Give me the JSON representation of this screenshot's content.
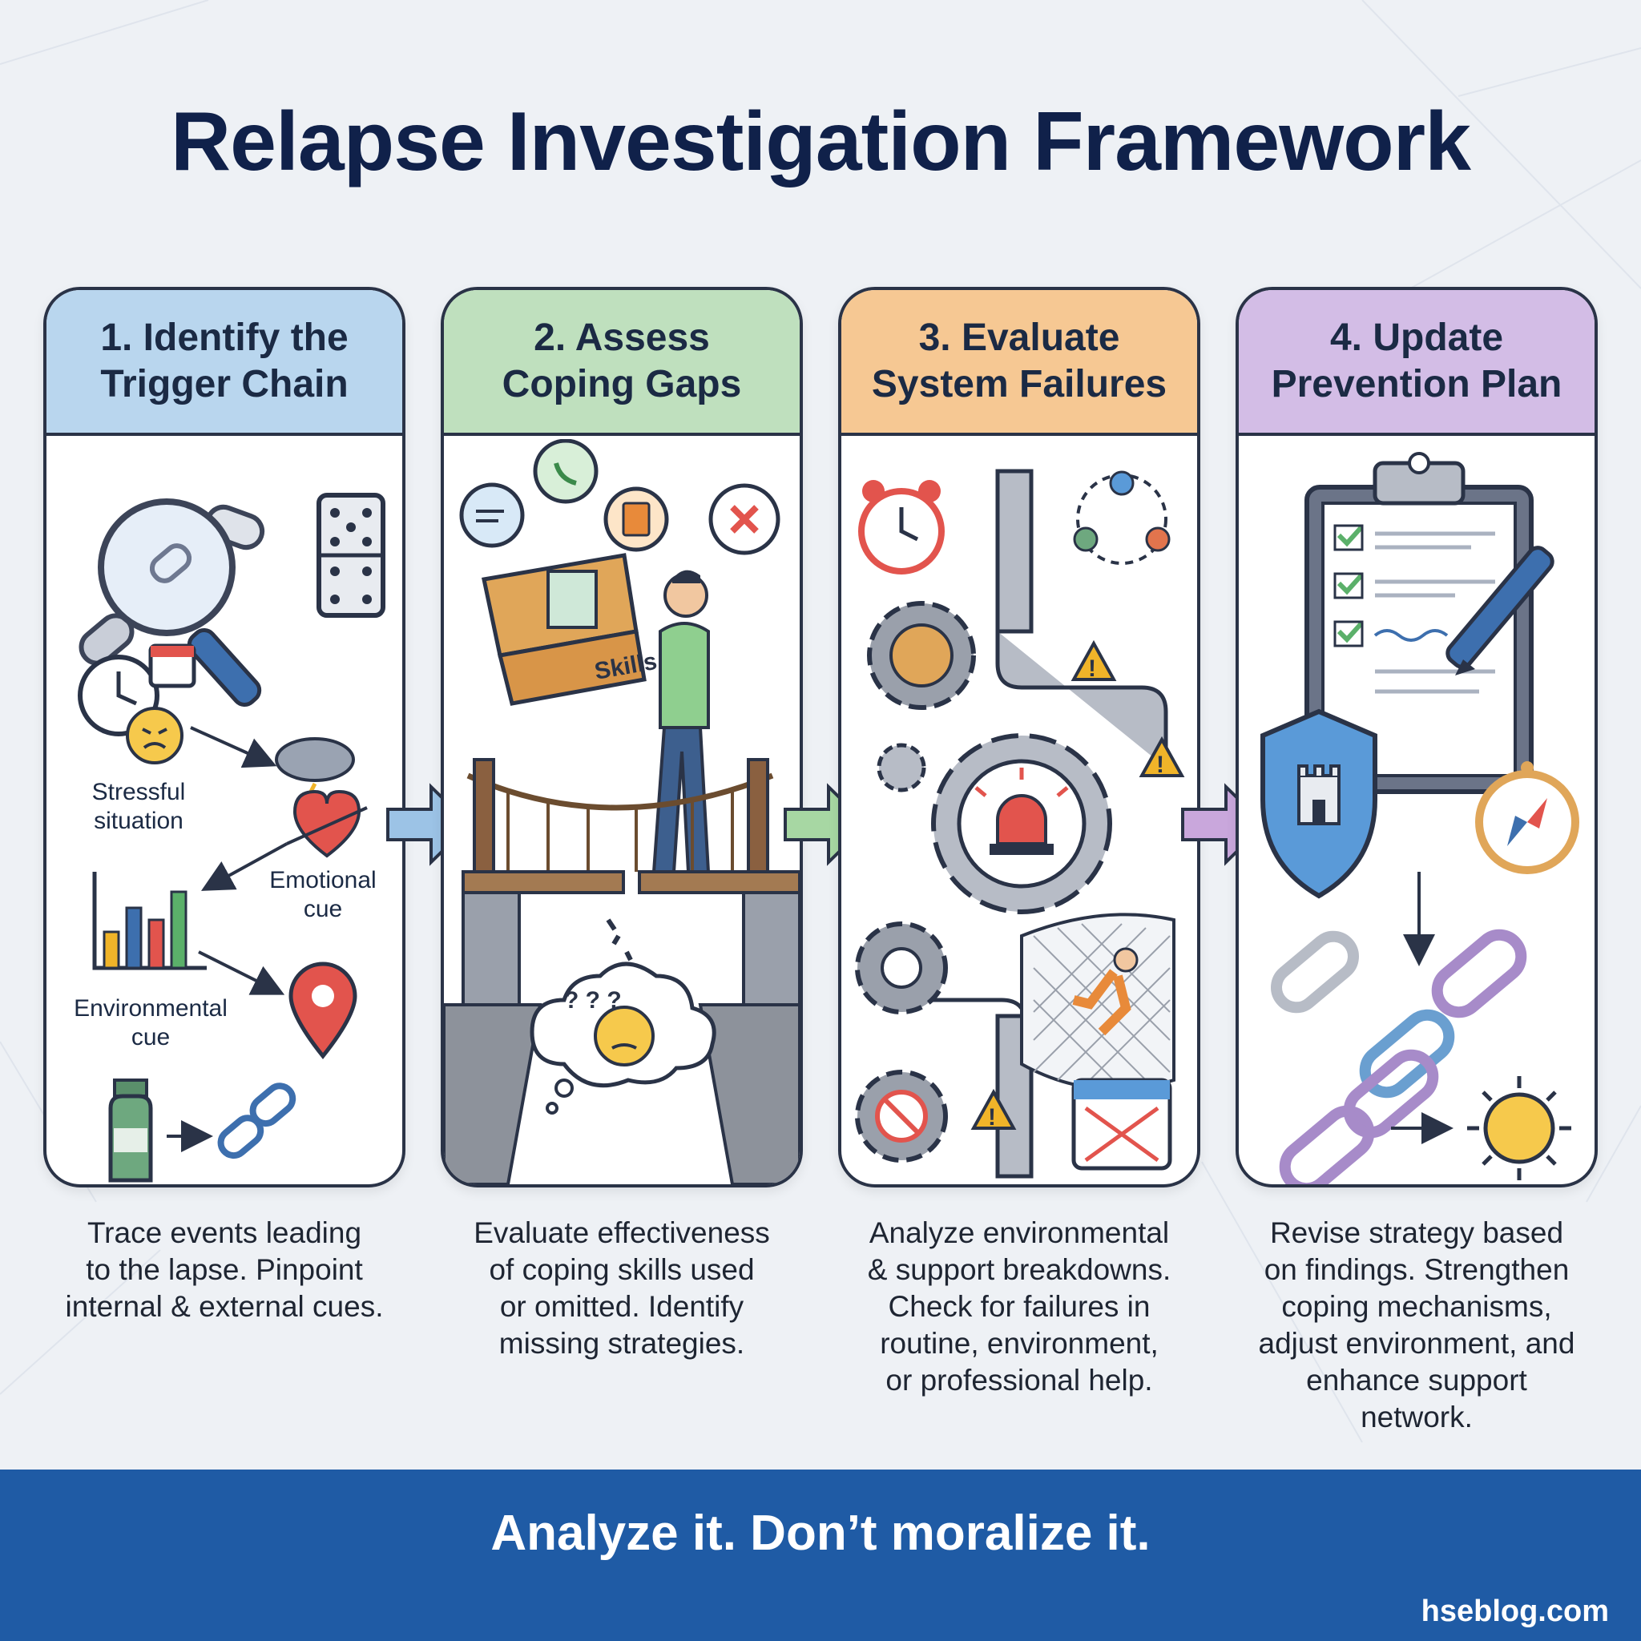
{
  "title": "Relapse Investigation Framework",
  "steps": [
    {
      "heading": [
        "1. Identify the",
        "Trigger Chain"
      ],
      "header_color": "#b9d6ee",
      "arrow_color": "#9cc3e6",
      "description": [
        "Trace events leading",
        "to the lapse. Pinpoint",
        "internal & external cues."
      ],
      "labels": {
        "stress": [
          "Stressful",
          "situation"
        ],
        "emotional": [
          "Emotional",
          "cue"
        ],
        "environmental": [
          "Environmental",
          "cue"
        ]
      }
    },
    {
      "heading": [
        "2. Assess",
        "Coping Gaps"
      ],
      "header_color": "#bfe0be",
      "arrow_color": "#a7d7a3",
      "description": [
        "Evaluate effectiveness",
        "of coping skills used",
        "or omitted. Identify",
        "missing strategies."
      ],
      "labels": {
        "toolbox": "Skills"
      }
    },
    {
      "heading": [
        "3. Evaluate",
        "System Failures"
      ],
      "header_color": "#f6c893",
      "arrow_color": "#c9a7dc",
      "description": [
        "Analyze environmental",
        "& support breakdowns.",
        "Check for failures in",
        "routine, environment,",
        "or professional help."
      ]
    },
    {
      "heading": [
        "4. Update",
        "Prevention Plan"
      ],
      "header_color": "#d3bde6",
      "description": [
        "Revise strategy based",
        "on findings. Strengthen",
        "coping mechanisms,",
        "adjust environment, and",
        "enhance support",
        "network."
      ]
    }
  ],
  "footer": {
    "tagline": "Analyze it. Don’t moralize it.",
    "site": "hseblog.com",
    "color": "#1f5ba5"
  },
  "icons": [
    "magnifier-icon",
    "chain-icon",
    "dice-icon",
    "clock-icon",
    "calendar-icon",
    "angry-face-icon",
    "storm-cloud-icon",
    "heart-icon",
    "bar-chart-icon",
    "location-pin-icon",
    "bottle-icon",
    "broken-link-icon",
    "toolbox-icon",
    "person-icon",
    "bridge-icon",
    "thought-cloud-icon",
    "gear-icon",
    "pipe-icon",
    "alarm-light-icon",
    "warning-icon",
    "safety-net-icon",
    "clipboard-icon",
    "pen-icon",
    "shield-icon",
    "compass-icon",
    "sun-icon"
  ]
}
